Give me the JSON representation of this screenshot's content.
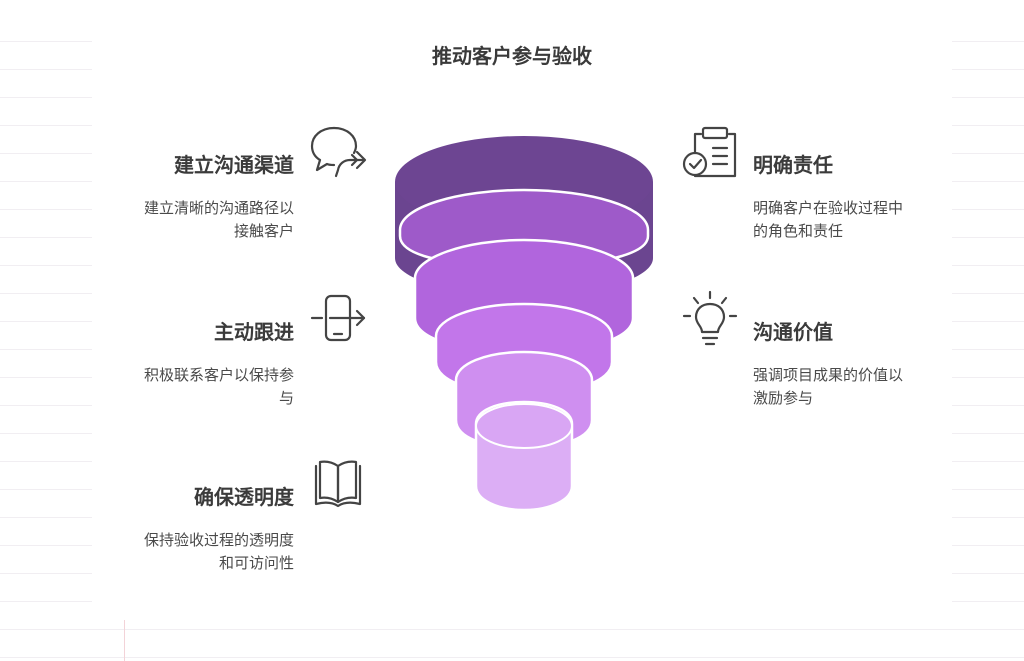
{
  "title": "推动客户参与验收",
  "items": [
    {
      "heading": "建立沟通渠道",
      "desc1": "建立清晰的沟通路径以",
      "desc2": "接触客户",
      "icon": "chat-arrow-icon"
    },
    {
      "heading": "主动跟进",
      "desc1": "积极联系客户以保持参",
      "desc2": "与",
      "icon": "phone-exit-icon"
    },
    {
      "heading": "确保透明度",
      "desc1": "保持验收过程的透明度",
      "desc2": "和可访问性",
      "icon": "open-book-icon"
    },
    {
      "heading": "明确责任",
      "desc1": "明确客户在验收过程中",
      "desc2": "的角色和责任",
      "icon": "clipboard-check-icon"
    },
    {
      "heading": "沟通价值",
      "desc1": "强调项目成果的价值以",
      "desc2": "激励参与",
      "icon": "lightbulb-icon"
    }
  ],
  "colors": {
    "layer1": "#6b4590",
    "layer2": "#9e5ac9",
    "layer3": "#b165dd",
    "layer4": "#c276ea",
    "layer5": "#cf8ff0",
    "layer6": "#dcaef5"
  }
}
